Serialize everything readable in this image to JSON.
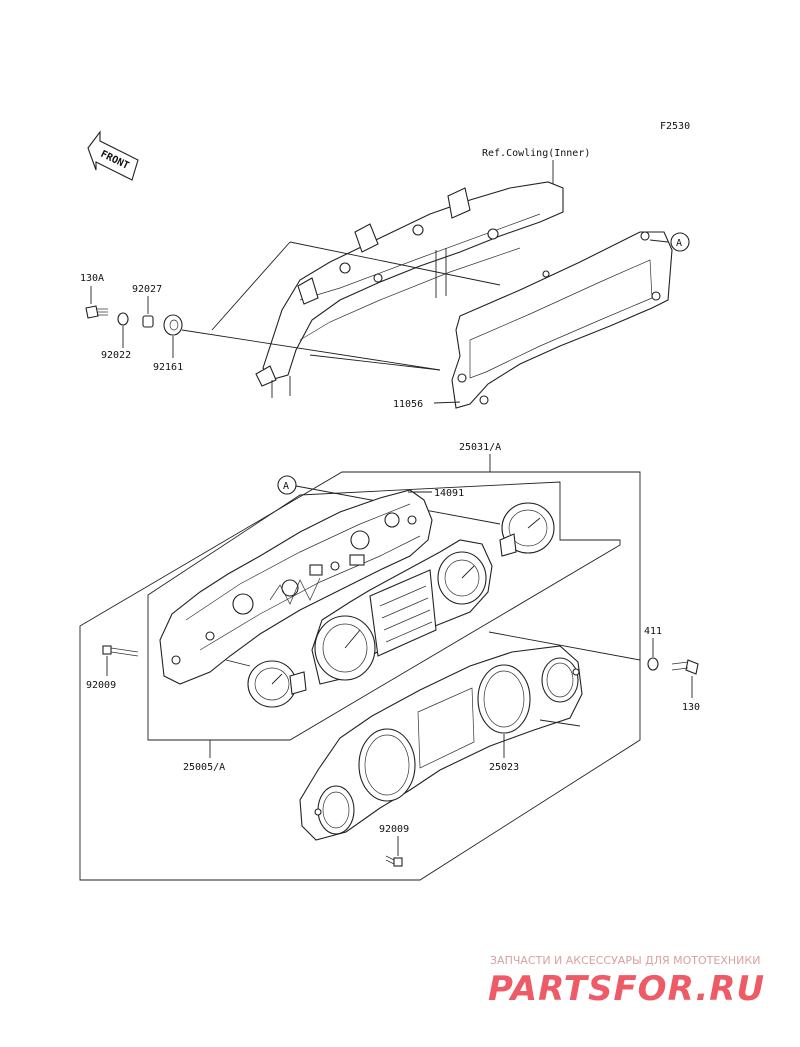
{
  "diagram": {
    "figure_code": "F2530",
    "front_label": "FRONT",
    "ref_label": "Ref.Cowling(Inner)",
    "callout_a": "A",
    "parts": {
      "p130a": "130A",
      "p92027": "92027",
      "p92022": "92022",
      "p92161": "92161",
      "p11056": "11056",
      "p25031a": "25031/A",
      "p14091": "14091",
      "p92009_left": "92009",
      "p25005a": "25005/A",
      "p411": "411",
      "p130": "130",
      "p25023": "25023",
      "p92009_bottom": "92009"
    }
  },
  "watermark": {
    "line1": "ЗАПЧАСТИ И АКСЕССУАРЫ ДЛЯ МОТОТЕХНИКИ",
    "line2": "PARTSFOR.RU",
    "color": "#ee5b66"
  }
}
